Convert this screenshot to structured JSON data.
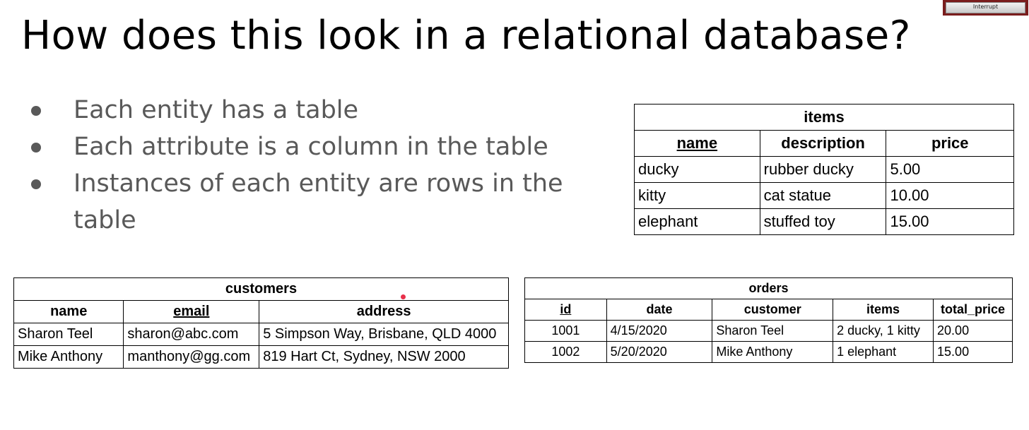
{
  "slide": {
    "title": "How does this look in a relational database?",
    "bullets": [
      "Each entity has a table",
      "Each attribute is a column in the table",
      "Instances of each entity are rows in the table"
    ]
  },
  "interrupt_button": {
    "label": "Interrupt"
  },
  "tables": {
    "items": {
      "caption": "items",
      "headers": [
        "name",
        "description",
        "price"
      ],
      "rows": [
        [
          "ducky",
          "rubber ducky",
          "5.00"
        ],
        [
          "kitty",
          "cat statue",
          "10.00"
        ],
        [
          "elephant",
          "stuffed toy",
          "15.00"
        ]
      ]
    },
    "customers": {
      "caption": "customers",
      "headers": [
        "name",
        "email",
        "address"
      ],
      "rows": [
        [
          "Sharon Teel",
          "sharon@abc.com",
          "5 Simpson Way, Brisbane, QLD 4000"
        ],
        [
          "Mike Anthony",
          "manthony@gg.com",
          "819 Hart Ct, Sydney, NSW 2000"
        ]
      ]
    },
    "orders": {
      "caption": "orders",
      "headers": [
        "id",
        "date",
        "customer",
        "items",
        "total_price"
      ],
      "rows": [
        [
          "1001",
          "4/15/2020",
          "Sharon Teel",
          "2 ducky, 1 kitty",
          "20.00"
        ],
        [
          "1002",
          "5/20/2020",
          "Mike Anthony",
          "1 elephant",
          "15.00"
        ]
      ]
    }
  },
  "colors": {
    "bullet_text": "#595959",
    "pointer": "#e8304a",
    "interrupt_frame": "#7a1d1d"
  }
}
